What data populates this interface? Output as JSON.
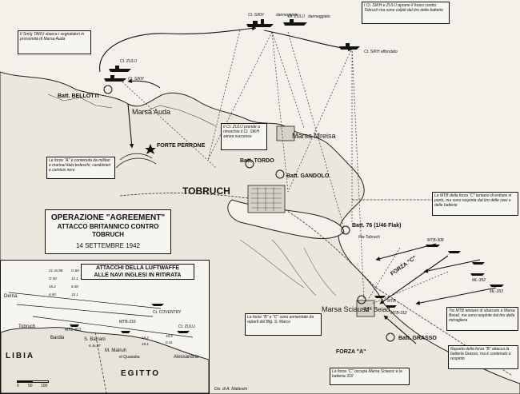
{
  "title_box": {
    "line1": "OPERAZIONE \"AGREEMENT\"",
    "line2": "ATTACCO BRITANNICO CONTRO TOBRUCH",
    "line3": "14 SETTEMBRE 1942"
  },
  "inset": {
    "title_line1": "ATTACCHI DELLA LUFTWAFFE",
    "title_line2": "ALLE NAVI INGLESI IN RITIRATA",
    "places": [
      "Derna",
      "Tobruch",
      "Bardia",
      "S. Barrani",
      "M. Matruh",
      "Alessandria",
      "el Quasaba"
    ],
    "countries": [
      "LIBIA",
      "EGITTO"
    ],
    "ships": [
      "Ct. COVENTRY",
      "MTB-312",
      "MTB-310",
      "Ct. ZULU"
    ],
    "scale": [
      "0",
      "50",
      "100"
    ],
    "time_labels": [
      "21 Ju.88",
      "G.60",
      "G.50",
      "12.1",
      "16.2",
      "8.30",
      "6.50",
      "15.1",
      "8 Ju.87",
      "16.2",
      "19.1",
      "19.5",
      "0.31"
    ]
  },
  "places": {
    "tobruch": "TOBRUCH",
    "marsa_auda": "Marsa Auda",
    "marsa_mreisa": "Marsa Mreisa",
    "marsa_sciausc": "Marsa\nSciausc",
    "mersa_beiad": "Mª\nBeiad",
    "forte_perrone": "FORTE PERRONE",
    "batt_bellotti": "Batt. BELLOTTI",
    "batt_toroo": "Batt. TORDO",
    "batt_gandolo": "Batt. GANDOLO",
    "batt_76": "Batt. 76 (1/46 Flak)",
    "batt_grasso": "Batt. GRASSO",
    "pta_tobruch": "Pta Tobruch",
    "forza_a": "FORZA \"A\"",
    "forza_c": "FORZA \"C\""
  },
  "ships": {
    "sikh_top": "Ct. SIKH",
    "zulu_top": "Ct. ZULU",
    "sikh_sinks": "Ct. SIKH affondato",
    "zulu_left": "Ct. ZULU",
    "sikh_left": "Ct. SIKH",
    "mtb_308": "MTB-308",
    "mtb_312": "MTB-312",
    "mtb_316": "MTB",
    "ml_352": "ML-352",
    "ml_353": "ML-353",
    "damaged1": "danneggiato",
    "damaged2": "danneggiato"
  },
  "notes": {
    "n1": "Il Sm/g TARU sbarca i segnalatori in prossimità di Marsa Auda",
    "n2": "I Ct. SIKH e ZULU aprono il fuoco contro Tobruch ma sono colpiti dal tiro delle batterie",
    "n3": "Il Ct. ZULU prende a rimorchio il Ct. SIKH senza successo",
    "n4": "Le forze \"A\" è contenuta da militari e marinai italo-tedeschi, carabinieri e camicie nere",
    "n5": "Le MTB della forza \"C\" tentano di entrare in porto, ma sono respinte dal tiro delle navi e delle batterie",
    "n6": "Le forze \"B\" e \"C\" sono annientate da reparti del Btg. S. Marco",
    "n7": "Tre MTB tentano di sbarcare a Marsa Beiad, ma sono respinte dal tiro della mitragliera",
    "n8": "Reparto della forza \"B\" attacca la batteria Grasso, ma è contenuto e respinto",
    "n9": "La forza \"C\" occupa Marsa Sciausc e la batteria 310"
  },
  "credit": "Dis. di A. Mattesini"
}
